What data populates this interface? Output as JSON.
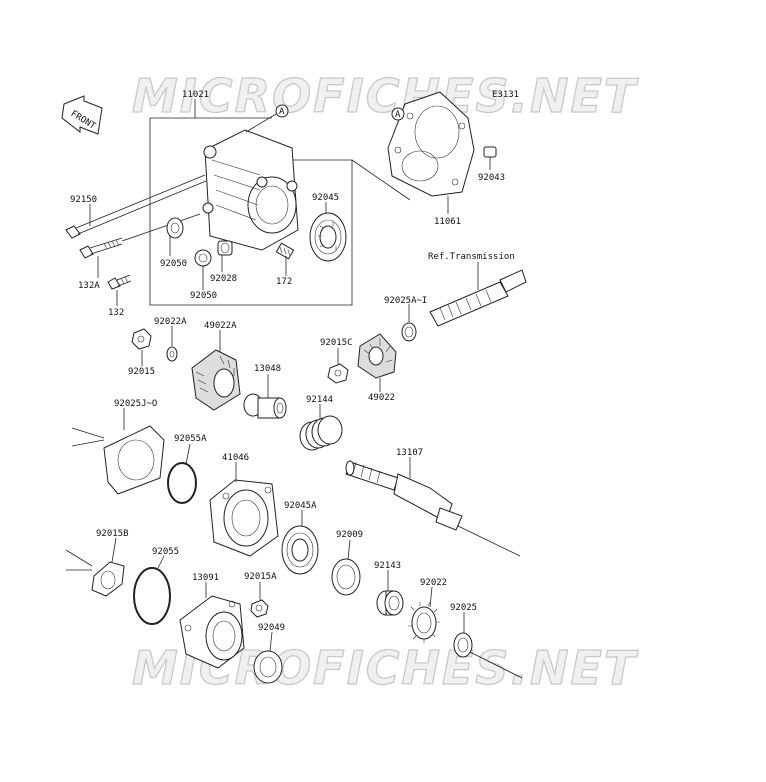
{
  "watermark": "MICROFICHES.NET",
  "diagram_code": "E3131",
  "front_label": "FRONT",
  "ref_text": "Ref.Transmission",
  "mark_a": "A",
  "parts": {
    "p11021": "11021",
    "p11061": "11061",
    "p92043": "92043",
    "p92150": "92150",
    "p92045": "92045",
    "p92050a": "92050",
    "p92028": "92028",
    "p92050b": "92050",
    "p132A": "132A",
    "p132": "132",
    "p172": "172",
    "p92025Ai": "92025A~I",
    "p92022A": "92022A",
    "p49022A": "49022A",
    "p92015C": "92015C",
    "p92015": "92015",
    "p13048": "13048",
    "p49022": "49022",
    "p92025Jo": "92025J~O",
    "p92144": "92144",
    "p92055A": "92055A",
    "p41046": "41046",
    "p13107": "13107",
    "p92045A": "92045A",
    "p92015B": "92015B",
    "p92055": "92055",
    "p92009": "92009",
    "p13091": "13091",
    "p92015A": "92015A",
    "p92143": "92143",
    "p92022": "92022",
    "p92025": "92025",
    "p92049": "92049"
  }
}
